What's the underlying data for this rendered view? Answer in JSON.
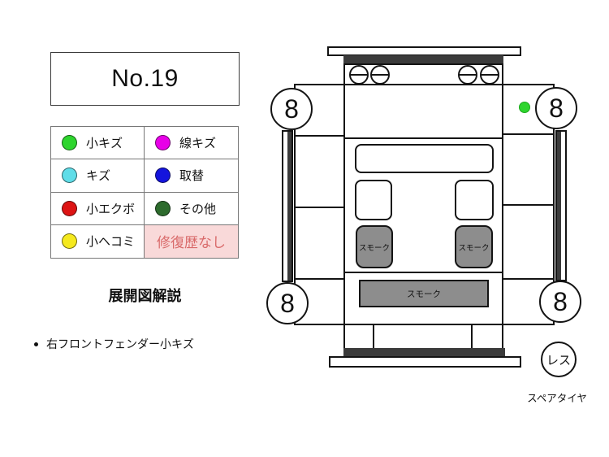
{
  "page": {
    "title": "No.19"
  },
  "legend": {
    "items": [
      {
        "label": "小キズ",
        "color": "#2ed52e"
      },
      {
        "label": "線キズ",
        "color": "#e800e8"
      },
      {
        "label": "キズ",
        "color": "#5fdde8"
      },
      {
        "label": "取替",
        "color": "#1414dd"
      },
      {
        "label": "小エクボ",
        "color": "#dd1414"
      },
      {
        "label": "その他",
        "color": "#2d6b2d"
      },
      {
        "label": "小ヘコミ",
        "color": "#f5e91e"
      },
      {
        "label": "修復歴なし",
        "color": "#f9d9d9",
        "text_color": "#d96a6a"
      }
    ]
  },
  "explanation": {
    "heading": "展開図解説",
    "items": [
      "右フロントフェンダー小キズ"
    ]
  },
  "diagram": {
    "corner_badges": [
      "8",
      "8",
      "8",
      "8"
    ],
    "smoke_label": "スモーク",
    "smoke_color": "#8d8d8d",
    "damage_marker": {
      "type": "小キズ",
      "color": "#2ed52e"
    },
    "spare_tire_badge": "レス",
    "spare_tire_label": "スペアタイヤ"
  }
}
